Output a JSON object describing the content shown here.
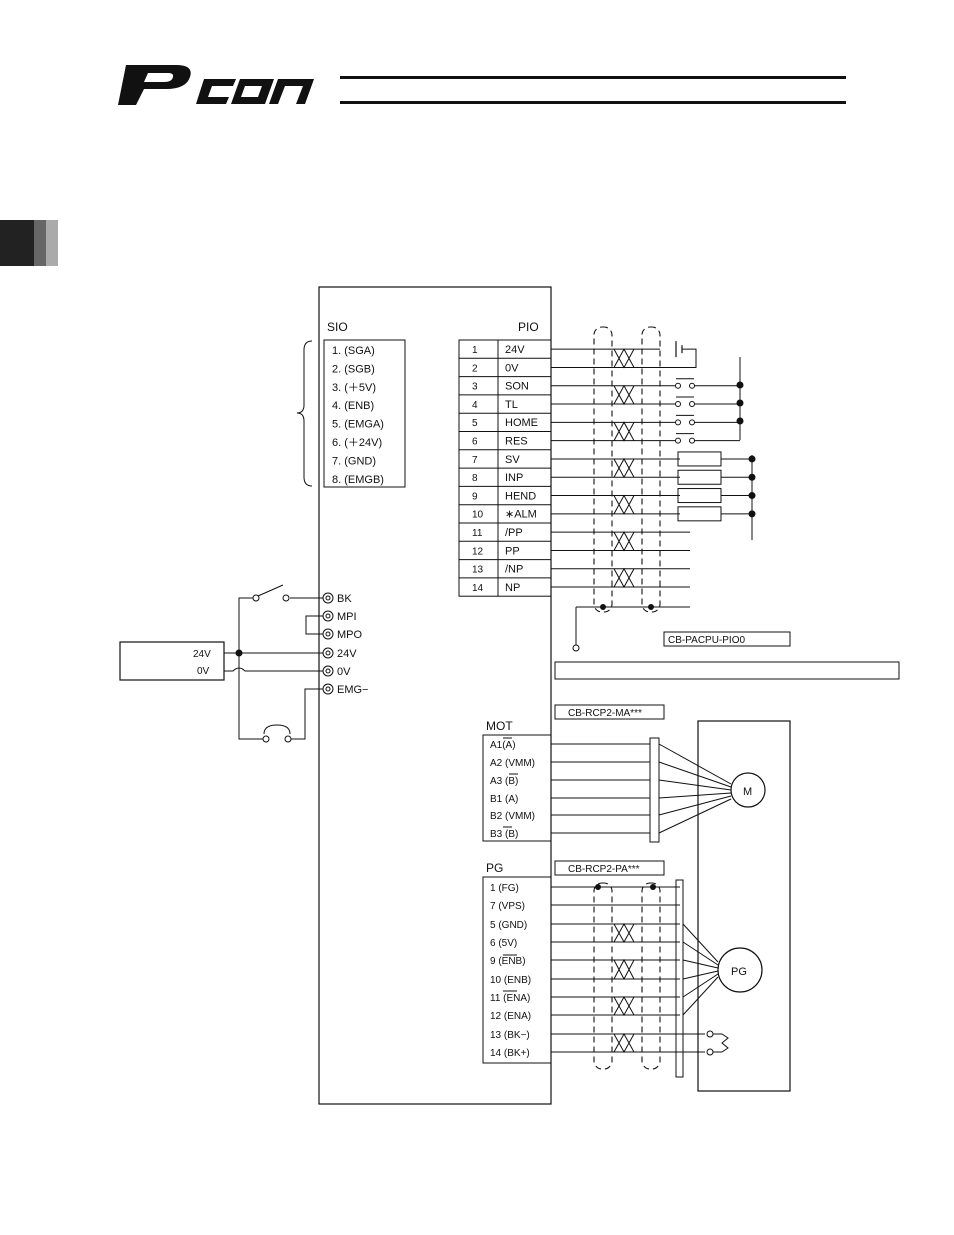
{
  "header": {
    "logo_text": "PCON",
    "logo_icon": "pcon-logo"
  },
  "controller": {
    "sio": {
      "title": "SIO",
      "pins": [
        "1. (SGA)",
        "2. (SGB)",
        "3. (＋5V)",
        "4. (ENB)",
        "5. (EMGA)",
        "6. (＋24V)",
        "7. (GND)",
        "8. (EMGB)"
      ]
    },
    "pio": {
      "title": "PIO",
      "rows": [
        {
          "num": "1",
          "sig": "24V"
        },
        {
          "num": "2",
          "sig": "0V"
        },
        {
          "num": "3",
          "sig": "SON"
        },
        {
          "num": "4",
          "sig": "TL"
        },
        {
          "num": "5",
          "sig": "HOME"
        },
        {
          "num": "6",
          "sig": "RES"
        },
        {
          "num": "7",
          "sig": "SV"
        },
        {
          "num": "8",
          "sig": "INP"
        },
        {
          "num": "9",
          "sig": "HEND"
        },
        {
          "num": "10",
          "sig": "∗ALM"
        },
        {
          "num": "11",
          "sig": "/PP"
        },
        {
          "num": "12",
          "sig": "PP"
        },
        {
          "num": "13",
          "sig": "/NP"
        },
        {
          "num": "14",
          "sig": "NP"
        }
      ]
    },
    "terminals": [
      "BK",
      "MPI",
      "MPO",
      "24V",
      "0V",
      "EMG−"
    ],
    "mot": {
      "title": "MOT",
      "rows": [
        "A1(A)",
        "A2 (VMM)",
        "A3 (B)",
        "B1 (A)",
        "B2 (VMM)",
        "B3 (B)"
      ]
    },
    "pg": {
      "title": "PG",
      "rows": [
        "1 (FG)",
        "7 (VPS)",
        "5 (GND)",
        "6 (5V)",
        "9 (ENB)",
        "10 (ENB)",
        "11 (ENA)",
        "12 (ENA)",
        "13 (BK−)",
        "14 (BK+)"
      ]
    }
  },
  "power_supply": {
    "v24": "24V",
    "v0": "0V"
  },
  "cables": {
    "pio_cable": "CB-PACPU-PIO0",
    "motor_cable": "CB-RCP2-MA***",
    "encoder_cable": "CB-RCP2-PA***"
  },
  "actuator": {
    "motor": "M",
    "encoder": "PG"
  }
}
